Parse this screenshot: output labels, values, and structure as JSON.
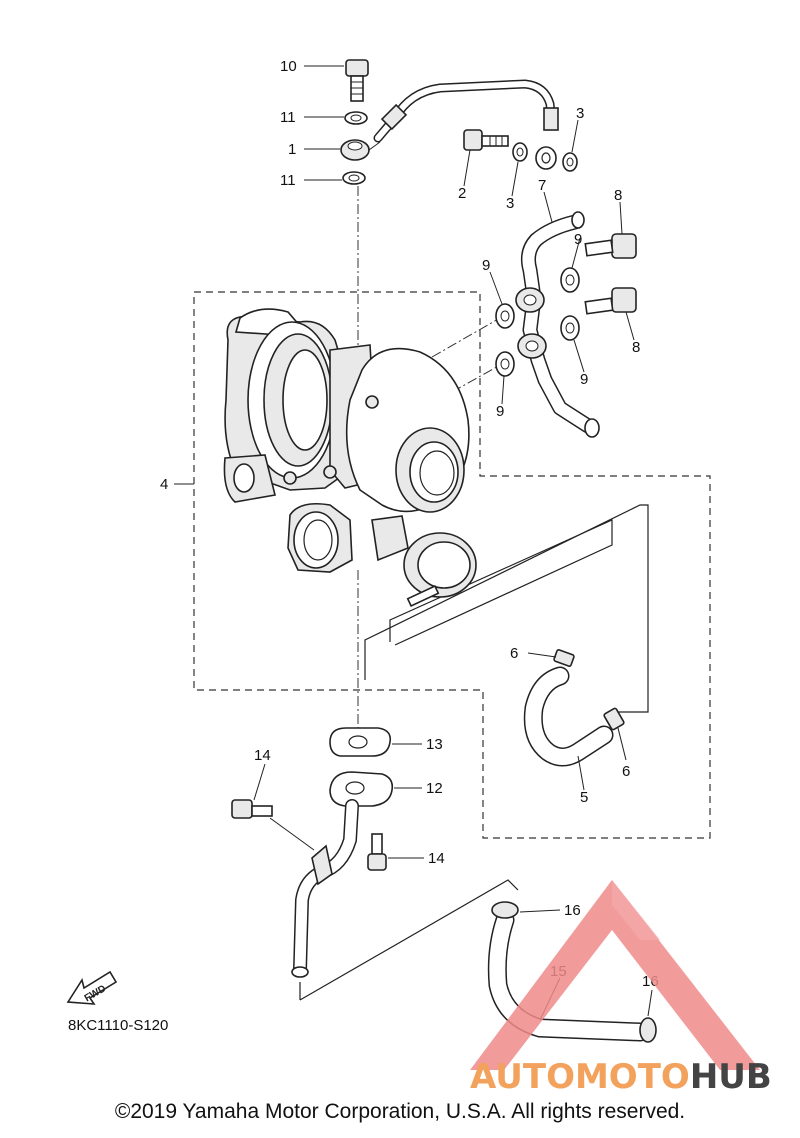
{
  "callouts": [
    {
      "id": "c10",
      "label": "10"
    },
    {
      "id": "c11a",
      "label": "11"
    },
    {
      "id": "c1",
      "label": "1"
    },
    {
      "id": "c11b",
      "label": "11"
    },
    {
      "id": "c3a",
      "label": "3"
    },
    {
      "id": "c2",
      "label": "2"
    },
    {
      "id": "c3b",
      "label": "3"
    },
    {
      "id": "c7",
      "label": "7"
    },
    {
      "id": "c8a",
      "label": "8"
    },
    {
      "id": "c9a",
      "label": "9"
    },
    {
      "id": "c9b",
      "label": "9"
    },
    {
      "id": "c8b",
      "label": "8"
    },
    {
      "id": "c9c",
      "label": "9"
    },
    {
      "id": "c9d",
      "label": "9"
    },
    {
      "id": "c4",
      "label": "4"
    },
    {
      "id": "c6a",
      "label": "6"
    },
    {
      "id": "c6b",
      "label": "6"
    },
    {
      "id": "c5",
      "label": "5"
    },
    {
      "id": "c13",
      "label": "13"
    },
    {
      "id": "c14a",
      "label": "14"
    },
    {
      "id": "c12",
      "label": "12"
    },
    {
      "id": "c14b",
      "label": "14"
    },
    {
      "id": "c16a",
      "label": "16"
    },
    {
      "id": "c15",
      "label": "15"
    },
    {
      "id": "c16b",
      "label": "16"
    }
  ],
  "fwd_label": "FWD",
  "diagram_code": "8KC1110-S120",
  "watermark": {
    "part1": "AUTOMOTO",
    "part2": "HUB",
    "color_primary": "#f2a25c",
    "color_secondary": "#444444",
    "triangle_color": "#f08a8a"
  },
  "copyright": "©2019 Yamaha Motor Corporation, U.S.A. All rights reserved."
}
